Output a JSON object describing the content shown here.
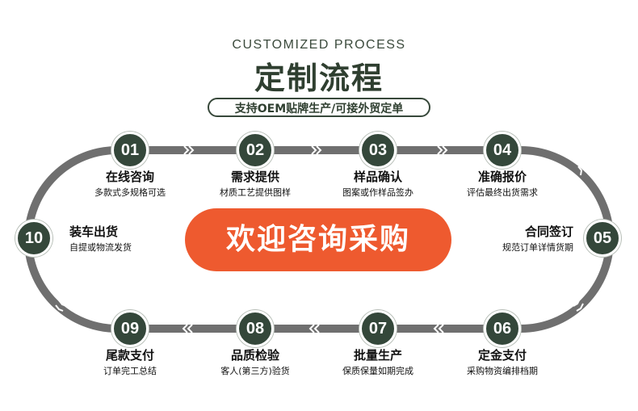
{
  "header": {
    "title_en": "CUSTOMIZED PROCESS",
    "title_zh": "定制流程",
    "tagline": "支持OEM贴牌生产/可接外贸定单"
  },
  "cta": {
    "label": "欢迎咨询采购"
  },
  "colors": {
    "node": "#34473a",
    "track": "#6f6f6f",
    "cta": "#ee5a2f"
  },
  "steps": [
    {
      "num": "01",
      "title": "在线咨询",
      "sub": "多款式多规格可选"
    },
    {
      "num": "02",
      "title": "需求提供",
      "sub": "材质工艺提供图样"
    },
    {
      "num": "03",
      "title": "样品确认",
      "sub": "图案或作样品签办"
    },
    {
      "num": "04",
      "title": "准确报价",
      "sub": "评估最终出货需求"
    },
    {
      "num": "05",
      "title": "合同签订",
      "sub": "规范订单详情货期"
    },
    {
      "num": "06",
      "title": "定金支付",
      "sub": "采购物资编排档期"
    },
    {
      "num": "07",
      "title": "批量生产",
      "sub": "保质保量如期完成"
    },
    {
      "num": "08",
      "title": "品质检验",
      "sub": "客人(第三方)验货"
    },
    {
      "num": "09",
      "title": "尾款支付",
      "sub": "订单完工总结"
    },
    {
      "num": "10",
      "title": "装车出货",
      "sub": "自提或物流发货"
    }
  ]
}
